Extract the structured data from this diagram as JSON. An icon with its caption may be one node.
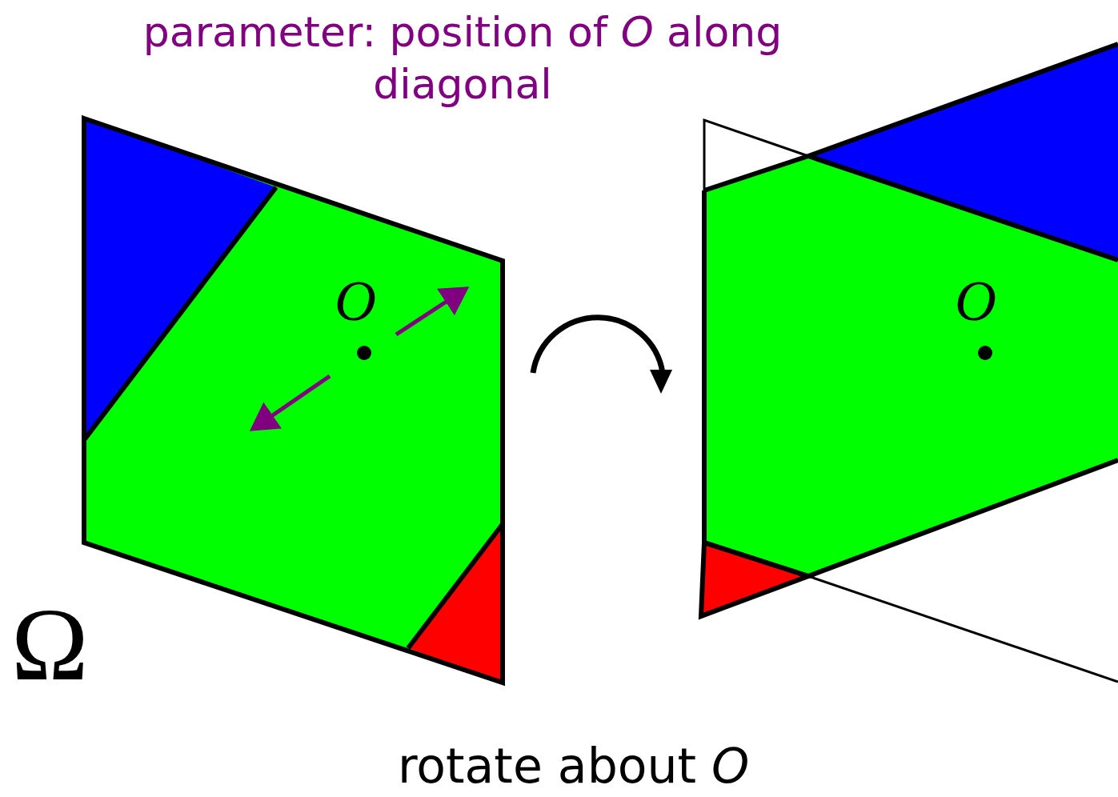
{
  "diagram": {
    "labels": [
      "parameter: position of *O* along diagonal",
      "O",
      "Ω",
      "O",
      "rotate about *O*"
    ]
  }
}
